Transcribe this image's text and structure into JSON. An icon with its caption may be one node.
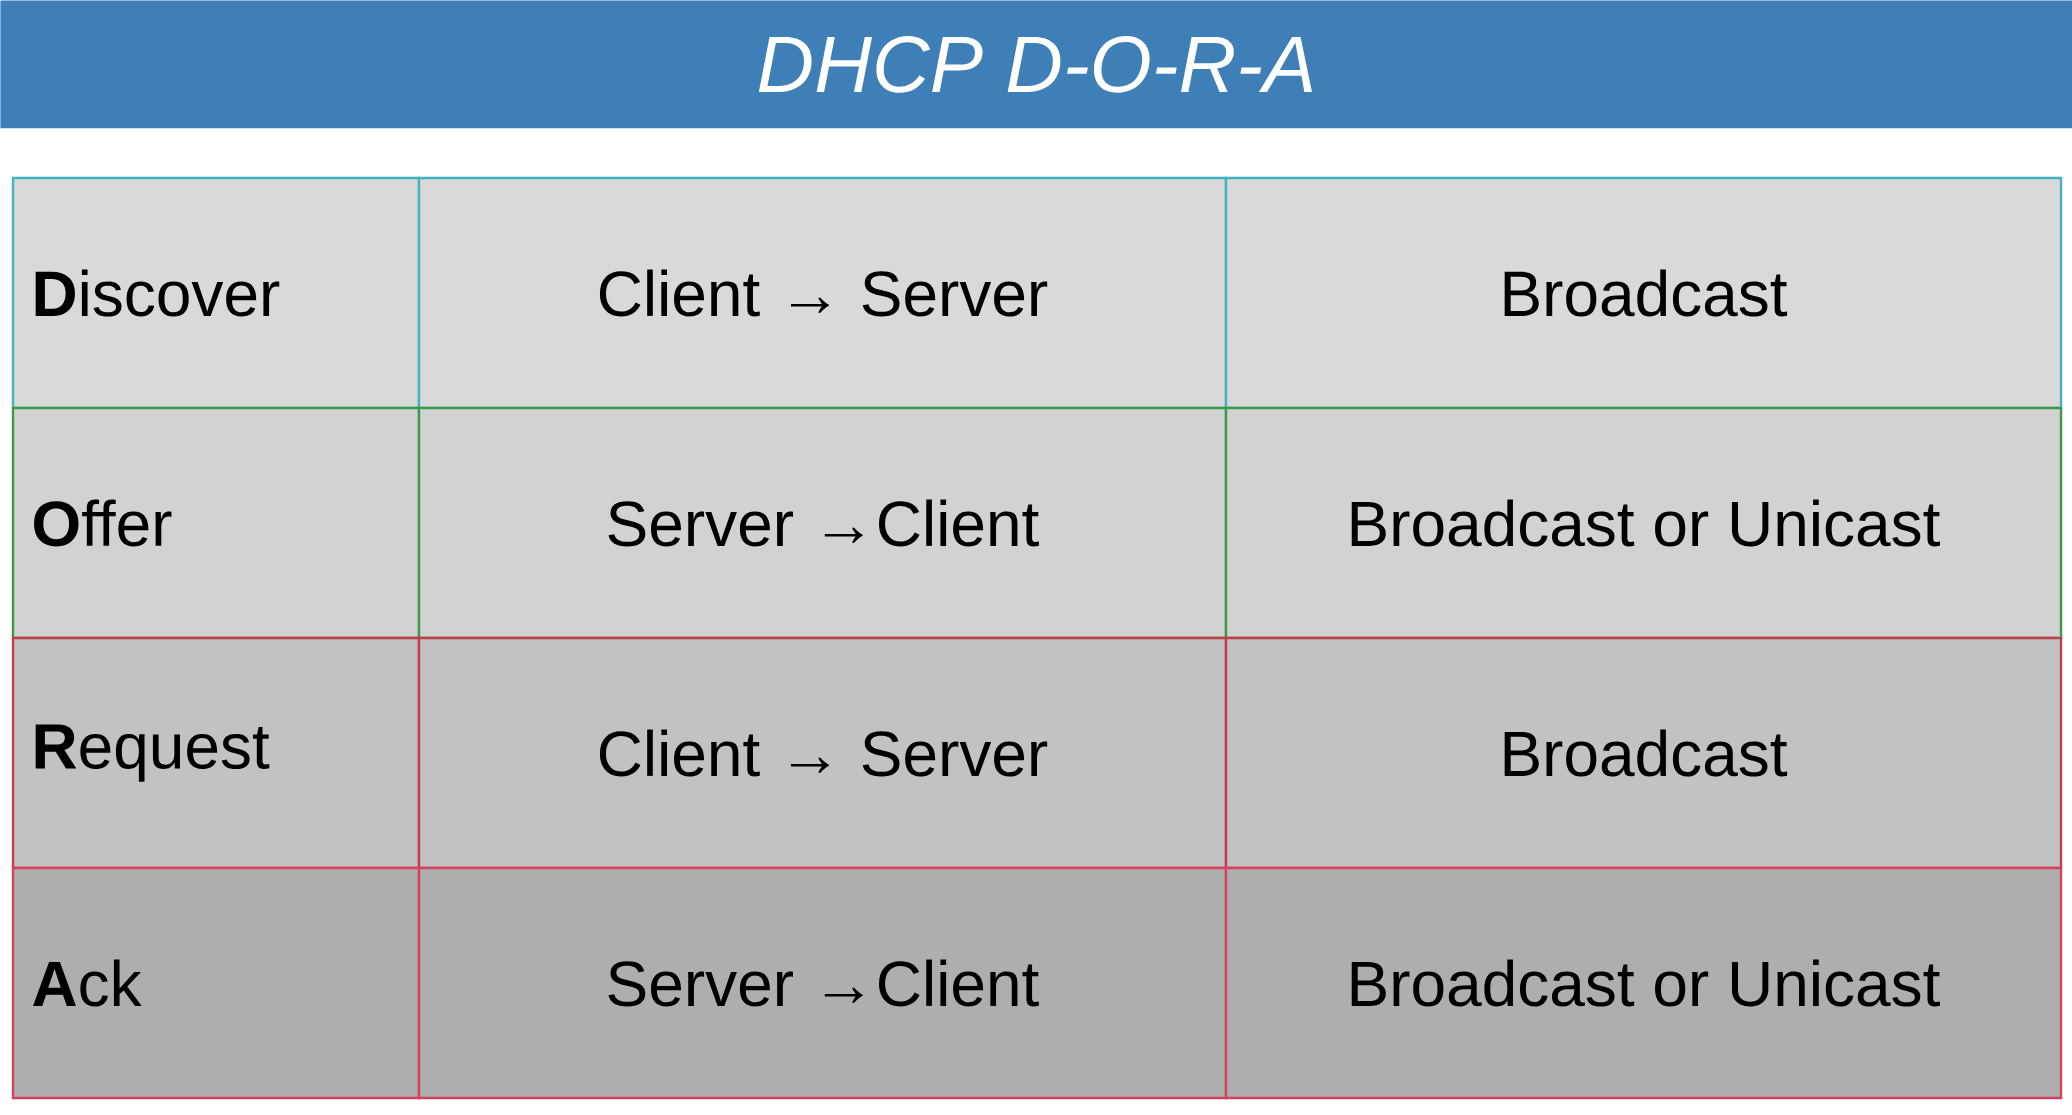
{
  "diagram": {
    "title": "DHCP D-O-R-A",
    "labels": [
      "**D**iscover",
      "Client → Server",
      "Broadcast",
      "**O**ffer",
      "Server →Client",
      "Broadcast or Unicast",
      "**R**equest",
      "Client → Server",
      "Broadcast",
      "**A**ck",
      "Server →Client",
      "Broadcast or Unicast"
    ]
  }
}
